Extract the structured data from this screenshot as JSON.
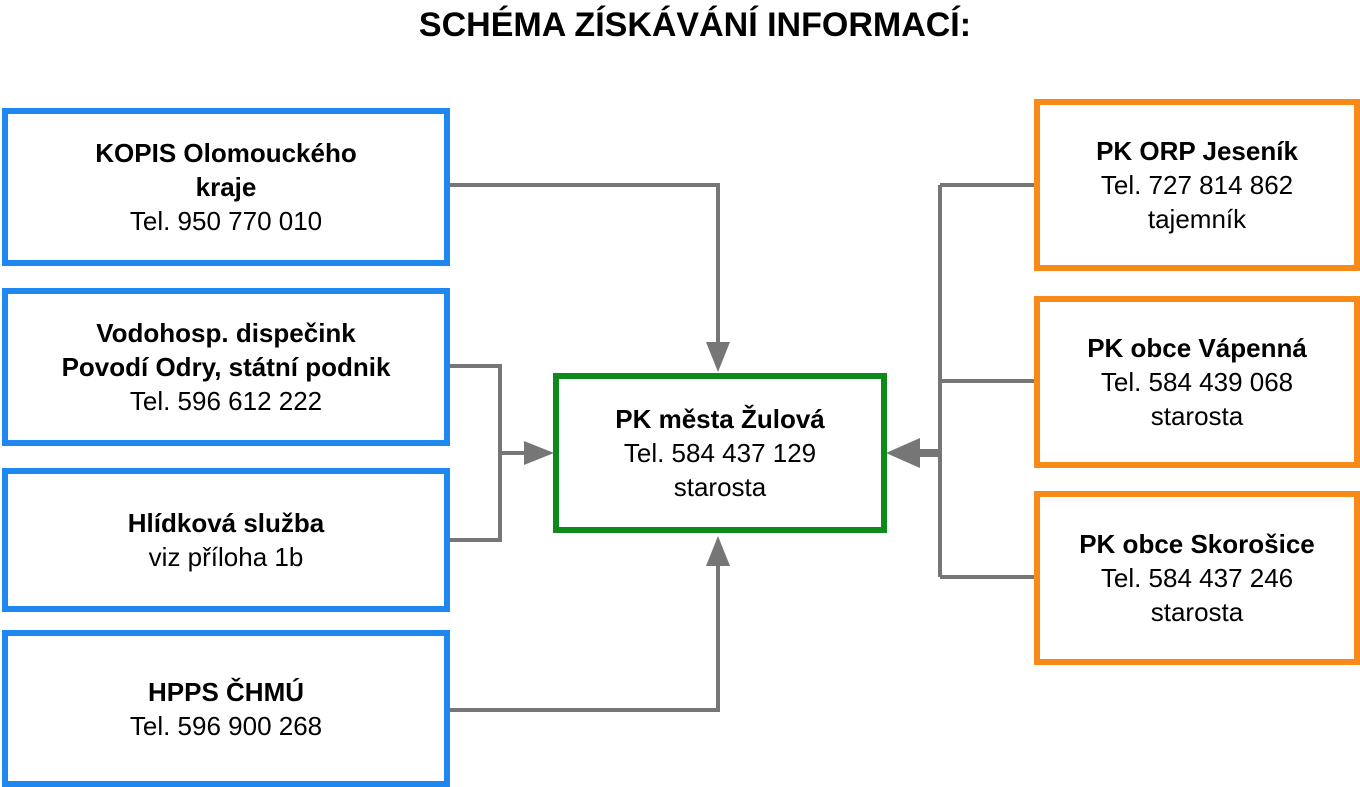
{
  "title": "SCHÉMA ZÍSKÁVÁNÍ INFORMACÍ:",
  "colors": {
    "left_border": "#1e88f0",
    "right_border": "#f88a1a",
    "center_border": "#0e8a1a",
    "connector": "#767676"
  },
  "left_boxes": [
    {
      "name": "KOPIS Olomouckého\nkraje",
      "line1": "Tel. 950 770 010"
    },
    {
      "name": "Vodohosp. dispečink\nPovodí Odry, státní podnik",
      "line1": "Tel. 596 612 222"
    },
    {
      "name": "Hlídková služba",
      "line1": "viz příloha 1b"
    },
    {
      "name": "HPPS ČHMÚ",
      "line1": "Tel. 596 900 268"
    }
  ],
  "center_box": {
    "name": "PK města Žulová",
    "line1": "Tel. 584 437 129",
    "line2": "starosta"
  },
  "right_boxes": [
    {
      "name": "PK ORP Jeseník",
      "line1": "Tel. 727 814 862",
      "line2": "tajemník"
    },
    {
      "name": "PK obce Vápenná",
      "line1": "Tel. 584 439 068",
      "line2": "starosta"
    },
    {
      "name": "PK obce Skorošice",
      "line1": "Tel. 584 437 246",
      "line2": "starosta"
    }
  ]
}
